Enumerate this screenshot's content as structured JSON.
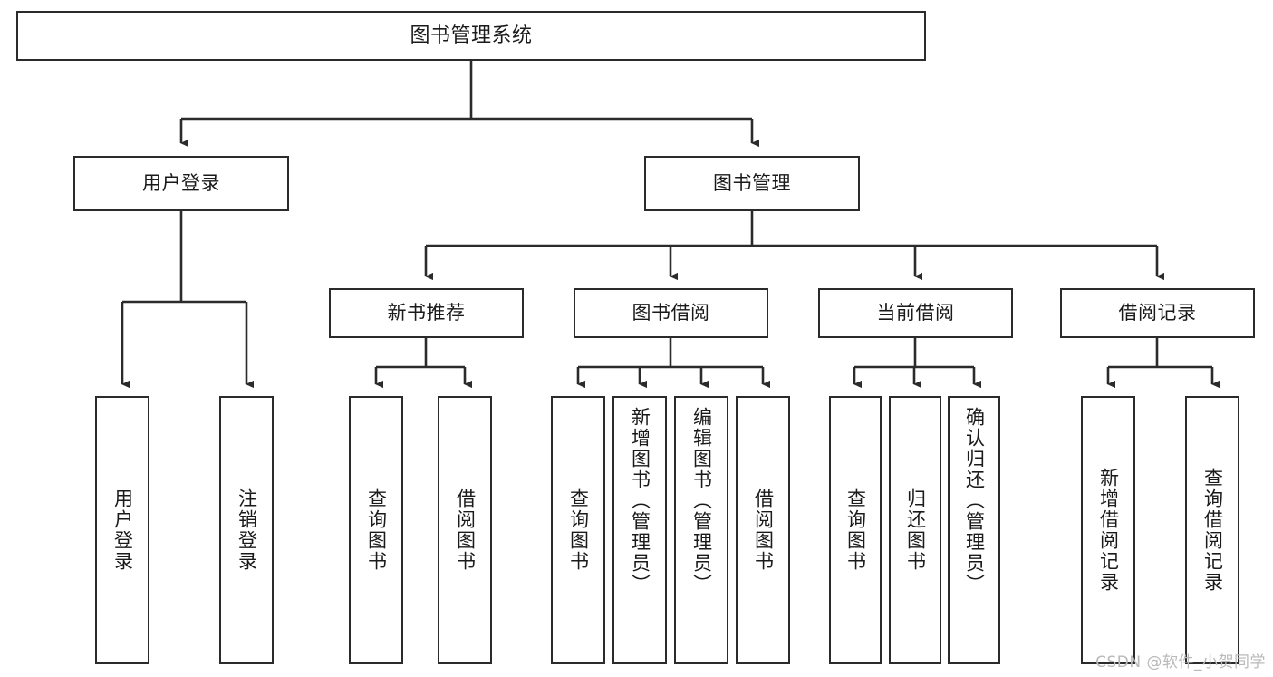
{
  "diagram": {
    "title": "图书管理系统",
    "type": "tree",
    "orientation": "top-down",
    "colors": {
      "node_border": "#2b2b2b",
      "node_fill": "#ffffff",
      "edge": "#2b2b2b",
      "text": "#1a1a1a",
      "watermark": "#b9b9b9",
      "background": "#ffffff"
    },
    "root": {
      "label": "图书管理系统"
    },
    "level2": [
      {
        "label": "用户登录"
      },
      {
        "label": "图书管理"
      }
    ],
    "level3": [
      {
        "label": "新书推荐"
      },
      {
        "label": "图书借阅"
      },
      {
        "label": "当前借阅"
      },
      {
        "label": "借阅记录"
      }
    ],
    "leaves": {
      "user_login": [
        {
          "label": "用户登录"
        },
        {
          "label": "注销登录"
        }
      ],
      "new_book_recommend": [
        {
          "label": "查询图书"
        },
        {
          "label": "借阅图书"
        }
      ],
      "book_borrow": [
        {
          "label": "查询图书"
        },
        {
          "label": "新增图书（管理员）"
        },
        {
          "label": "编辑图书（管理员）"
        },
        {
          "label": "借阅图书"
        }
      ],
      "current_borrow": [
        {
          "label": "查询图书"
        },
        {
          "label": "归还图书"
        },
        {
          "label": "确认归还（管理员）"
        }
      ],
      "borrow_record": [
        {
          "label": "新增借阅记录"
        },
        {
          "label": "查询借阅记录"
        }
      ]
    }
  },
  "watermark": {
    "text": "CSDN @软件_小贺同学"
  }
}
